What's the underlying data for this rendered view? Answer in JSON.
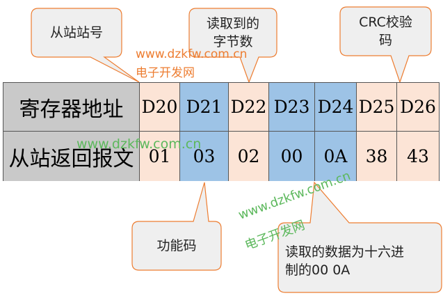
{
  "table": {
    "row_labels": [
      "寄存器地址",
      "从站返回报文"
    ],
    "addresses": [
      "D20",
      "D21",
      "D22",
      "D23",
      "D24",
      "D25",
      "D26"
    ],
    "values": [
      "01",
      "03",
      "02",
      "00",
      "0A",
      "38",
      "43"
    ]
  },
  "callouts": {
    "slave_id": "从站站号",
    "byte_count_1": "读取到的",
    "byte_count_2": "字节数",
    "crc_1": "CRC校验",
    "crc_2": "码",
    "function_code": "功能码",
    "data_1": "读取的数据为十六进",
    "data_2": "制的00 0A"
  },
  "watermarks": {
    "url": "www.dzkfw.com.cn",
    "name": "电子开发网"
  },
  "colors": {
    "peach": "#fce4d6",
    "blue": "#9dc3e6",
    "gray": "#c9c9c9",
    "orange": "#ed7d31"
  }
}
